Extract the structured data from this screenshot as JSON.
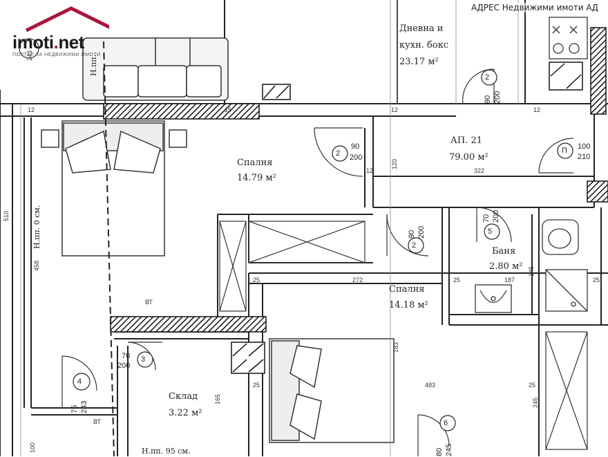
{
  "logo": {
    "name_main": "imoti",
    "name_dot": ".",
    "name_tld": "net",
    "tagline": "ПОРТАЛ ЗА НЕДВИЖИМИ ИМОТИ"
  },
  "agency": "АДРЕС Недвижими имоти АД",
  "rooms": {
    "living": {
      "name1": "Дневна и",
      "name2": "кухн. бокс",
      "area": "23.17 м²"
    },
    "apartment": {
      "name": "АП. 21",
      "area": "79.00 м²"
    },
    "bedroom1": {
      "name": "Спалня",
      "area": "14.79 м²"
    },
    "bedroom2": {
      "name": "Спалня",
      "area": "14.18 м²"
    },
    "bath": {
      "name": "Баня",
      "area": "2.80 м²"
    },
    "storage": {
      "name": "Склад",
      "area": "3.22 м²"
    }
  },
  "doors": {
    "d2a": {
      "num": "2",
      "w": "90",
      "h": "200"
    },
    "d2b": {
      "num": "2",
      "w": "90",
      "h": "200"
    },
    "d2c": {
      "num": "2",
      "w": "90",
      "h": "200"
    },
    "dP": {
      "num": "П",
      "w": "100",
      "h": "210"
    },
    "d5": {
      "num": "5",
      "w": "70",
      "h": "200"
    },
    "d3": {
      "num": "3",
      "w": "70",
      "h": "200"
    },
    "d4": {
      "num": "4",
      "w": "75",
      "h": "243"
    },
    "d6": {
      "num": "6",
      "w": "80",
      "h": "245"
    }
  },
  "notes": {
    "ceiling_top": "Н.пп.",
    "ceiling_left": "Н.пп. 0 см.",
    "ceiling_bottom": "Н.пп. 95 см.",
    "bt1": "ВТ",
    "bt2": "ВТ"
  },
  "dims": {
    "t1": "12",
    "t2": "15",
    "t3": "12",
    "t4": "12",
    "c1": "322",
    "c2": "120",
    "c3": "12",
    "m1": "25",
    "m2": "272",
    "m3": "25",
    "m4": "187",
    "m5": "25",
    "b1": "25",
    "b2": "483",
    "b3": "25",
    "v1": "458",
    "v2": "165",
    "v3": "145",
    "v4": "183",
    "v5": "245",
    "l1": "243",
    "l2": "510",
    "l3": "100"
  }
}
